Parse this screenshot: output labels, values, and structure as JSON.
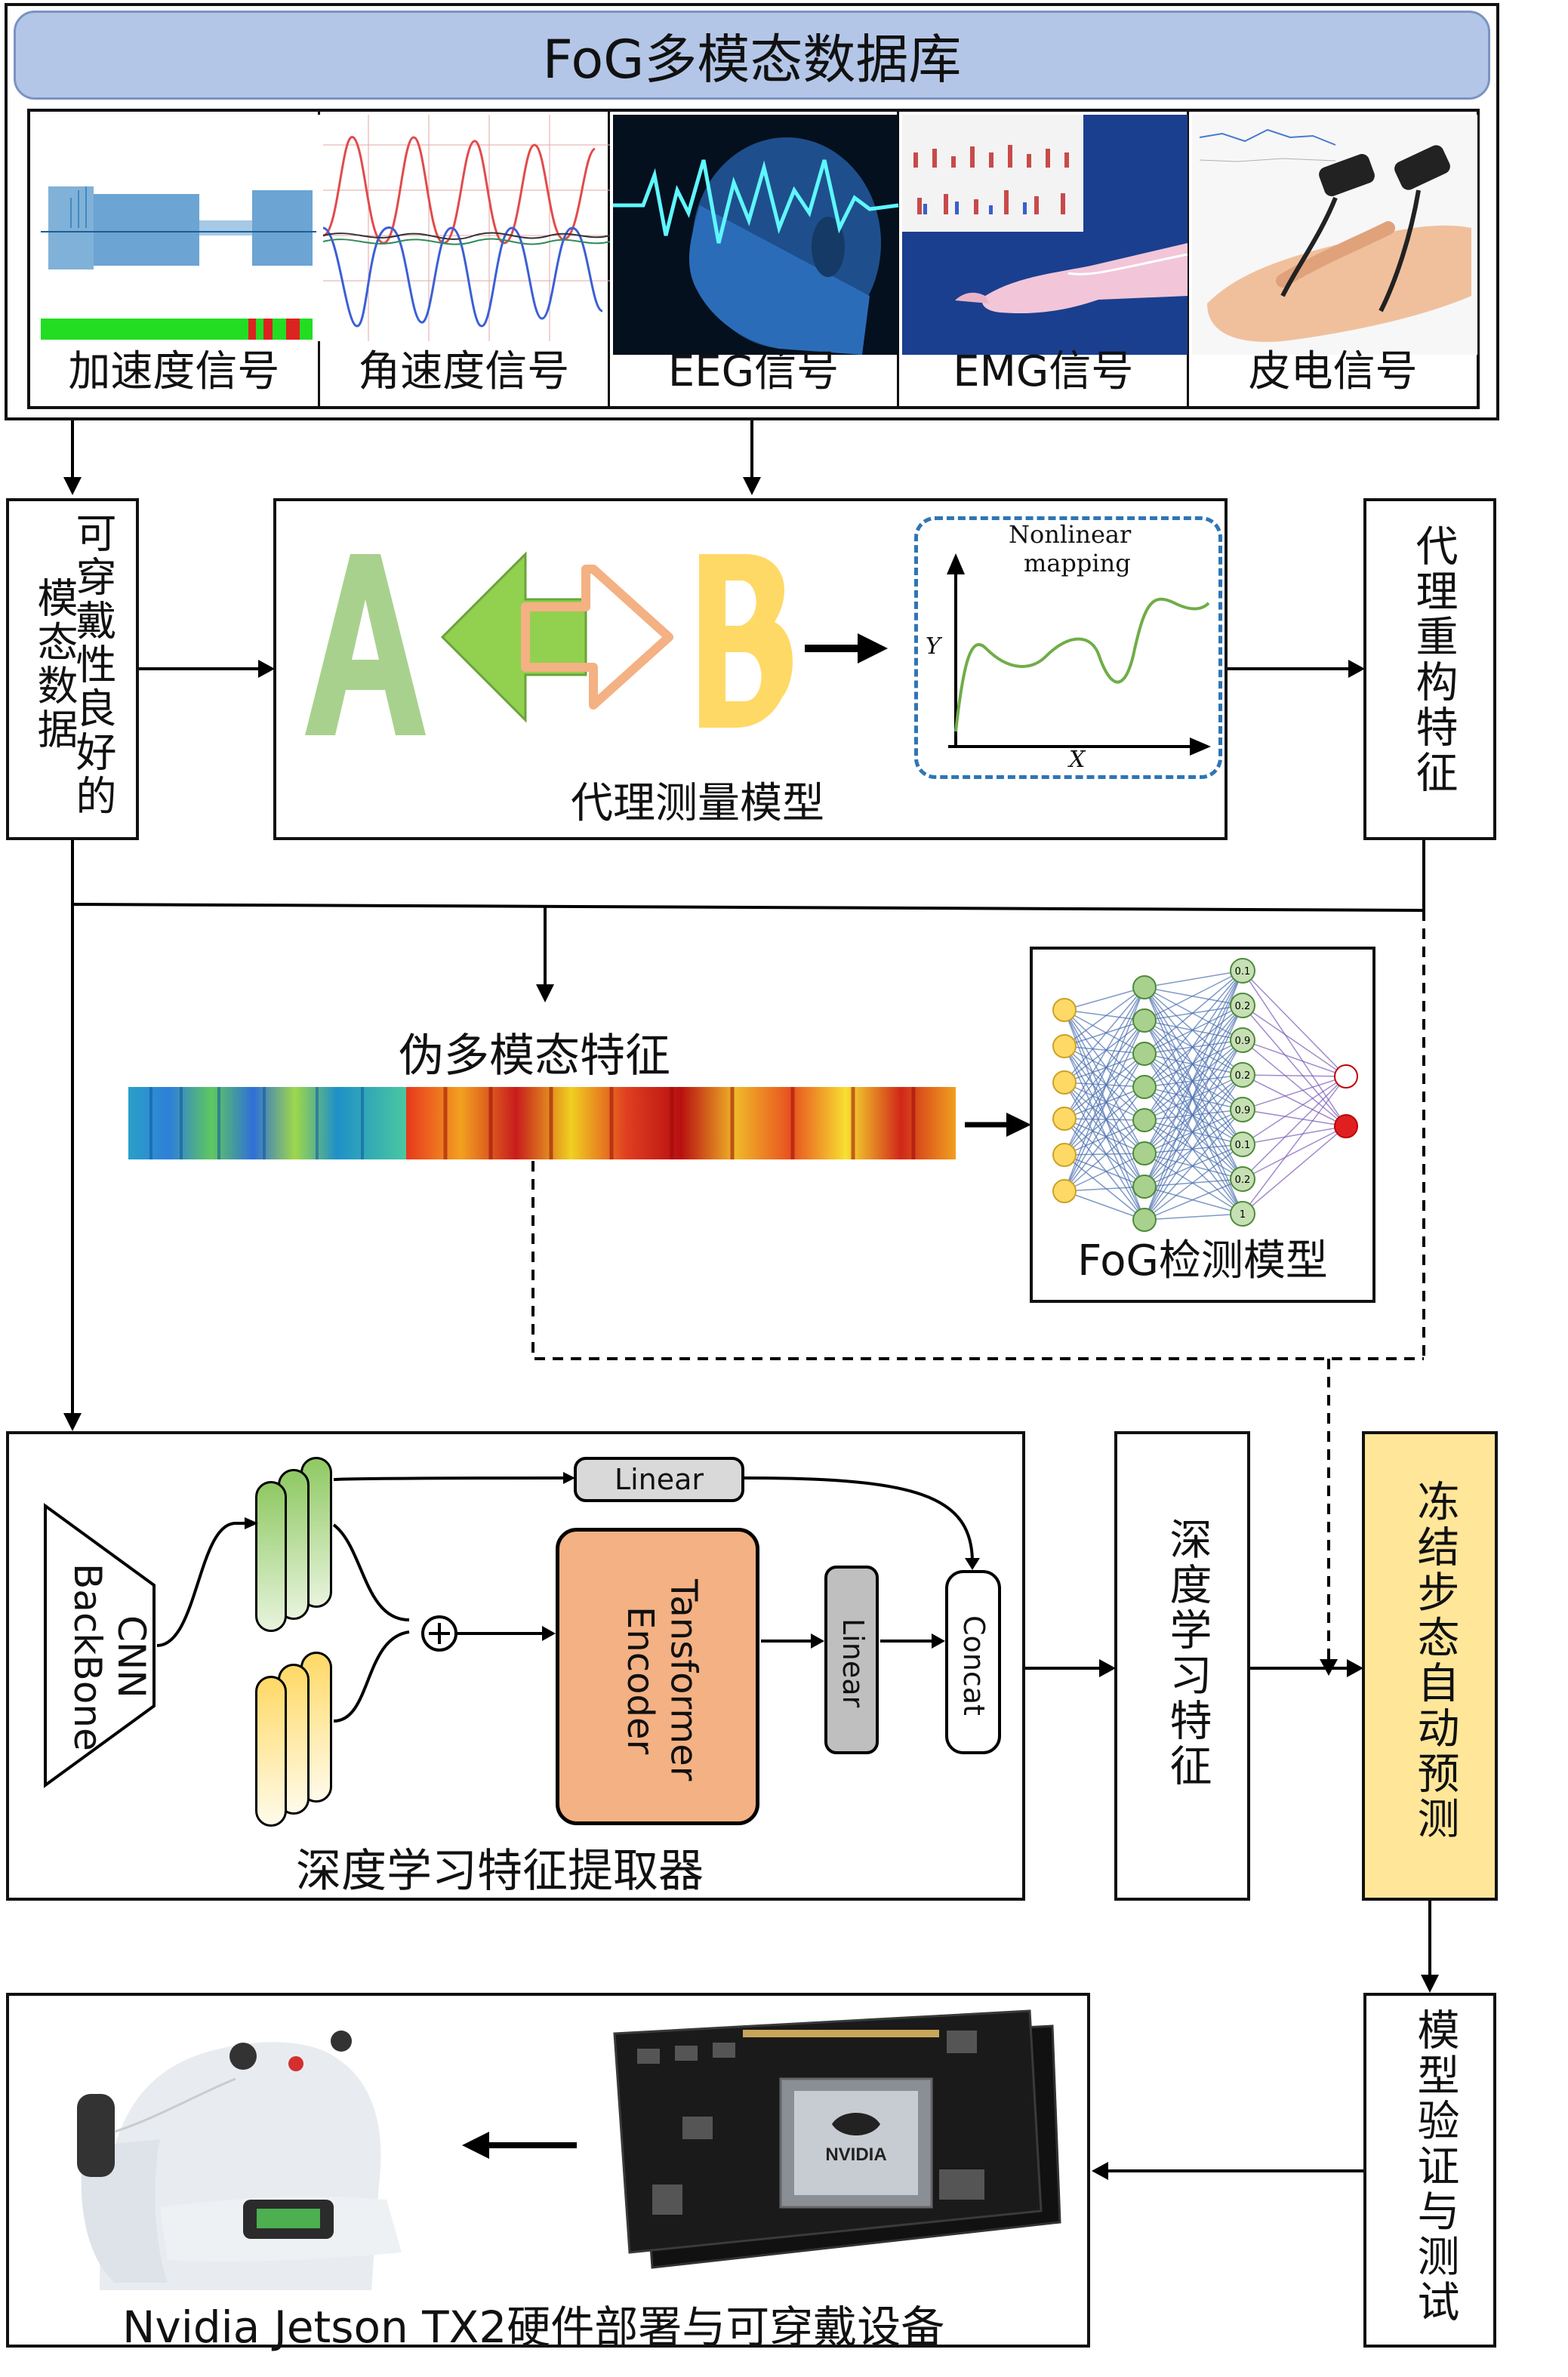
{
  "database": {
    "title": "FoG多模态数据库",
    "signals": [
      "加速度信号",
      "角速度信号",
      "EEG信号",
      "EMG信号",
      "皮电信号"
    ]
  },
  "wearable_data_label": [
    "可穿戴性良好的",
    "模态数据"
  ],
  "proxy_model": {
    "label": "代理测量模型",
    "letter_a": "A",
    "letter_b": "B",
    "mapping_title_line1": "Nonlinear",
    "mapping_title_line2": "mapping",
    "axis_x": "X",
    "axis_y": "Y"
  },
  "reconstructed_feature_label": "代理重构特征",
  "pseudo_feature_label": "伪多模态特征",
  "fog_detection": {
    "label": "FoG检测模型",
    "node_values": [
      "0.1",
      "0.2",
      "0.9",
      "0.2",
      "0.9",
      "0.1",
      "0.2",
      "1"
    ]
  },
  "deep_extractor": {
    "label": "深度学习特征提取器",
    "backbone": "CNN BackBone",
    "linear_top": "Linear",
    "transformer": "Tansformer Encoder",
    "linear_vertical": "Linear",
    "concat": "Concat"
  },
  "deep_feature_label": "深度学习特征",
  "prediction_label": "冻结步态自动预测",
  "validation_label": "模型验证与测试",
  "deployment_label": "Nvidia Jetson TX2硬件部署与可穿戴设备",
  "board_brand": "NVIDIA",
  "colors": {
    "db_title_bg": "#b4c6e7",
    "prediction_bg": "#ffe699",
    "transformer_bg": "#f4b183",
    "green_block": "#8fc963",
    "yellow_block": "#ffd966"
  }
}
